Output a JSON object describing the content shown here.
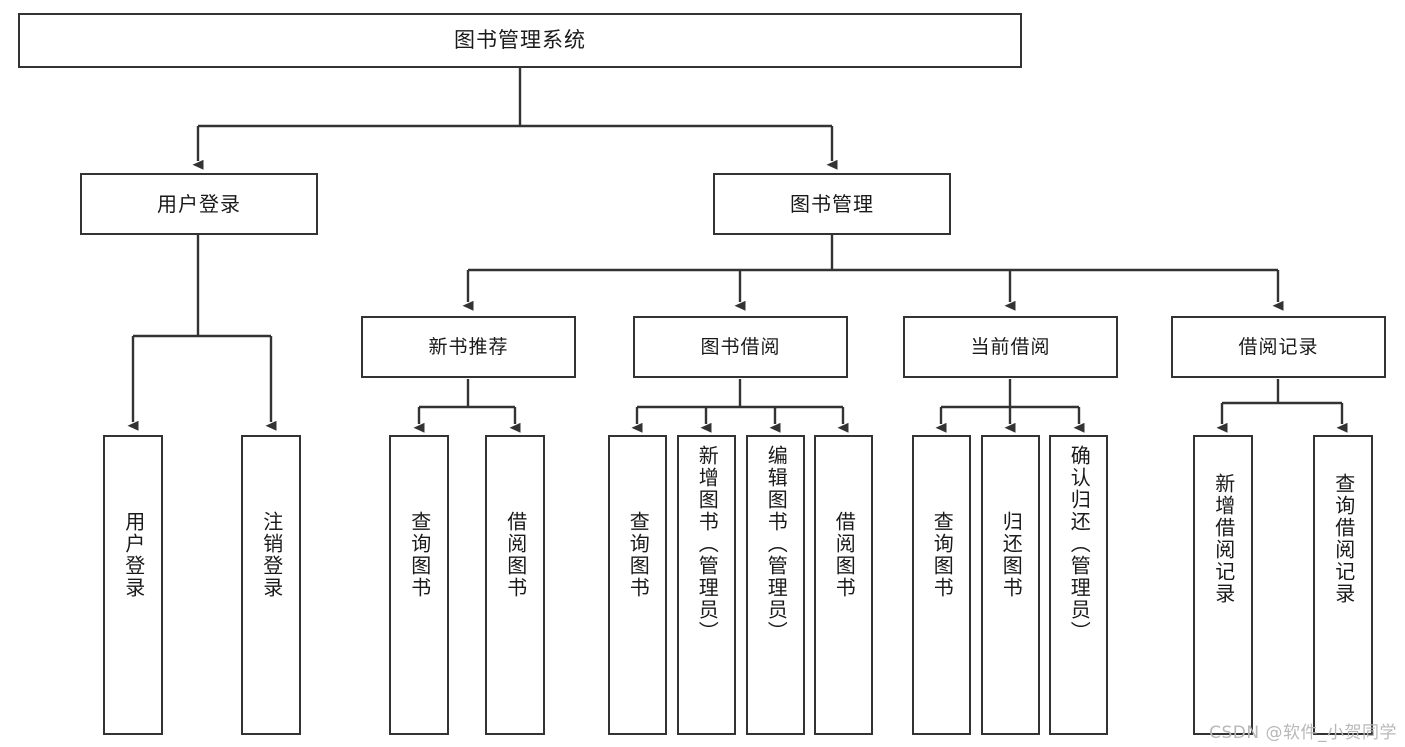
{
  "diagram": {
    "title": "图书管理系统",
    "type": "tree",
    "colors": {
      "box_border": "#333333",
      "box_fill": "#ffffff",
      "text": "#1a1a1a",
      "connector": "#333333",
      "watermark": "#b8b8b8"
    },
    "root": {
      "label": "图书管理系统"
    },
    "level2": [
      {
        "label": "用户登录"
      },
      {
        "label": "图书管理"
      }
    ],
    "level3": [
      {
        "label": "新书推荐"
      },
      {
        "label": "图书借阅"
      },
      {
        "label": "当前借阅"
      },
      {
        "label": "借阅记录"
      }
    ],
    "leaves": {
      "user_login": [
        {
          "label": "用户登录"
        },
        {
          "label": "注销登录"
        }
      ],
      "new_book": [
        {
          "label": "查询图书"
        },
        {
          "label": "借阅图书"
        }
      ],
      "borrow_book": [
        {
          "label": "查询图书"
        },
        {
          "label": "新增图书（管理员）"
        },
        {
          "label": "编辑图书（管理员）"
        },
        {
          "label": "借阅图书"
        }
      ],
      "current_borrow": [
        {
          "label": "查询图书"
        },
        {
          "label": "归还图书"
        },
        {
          "label": "确认归还（管理员）"
        }
      ],
      "borrow_record": [
        {
          "label": "新增借阅记录"
        },
        {
          "label": "查询借阅记录"
        }
      ]
    },
    "watermark": "CSDN @软件_小贺同学"
  }
}
